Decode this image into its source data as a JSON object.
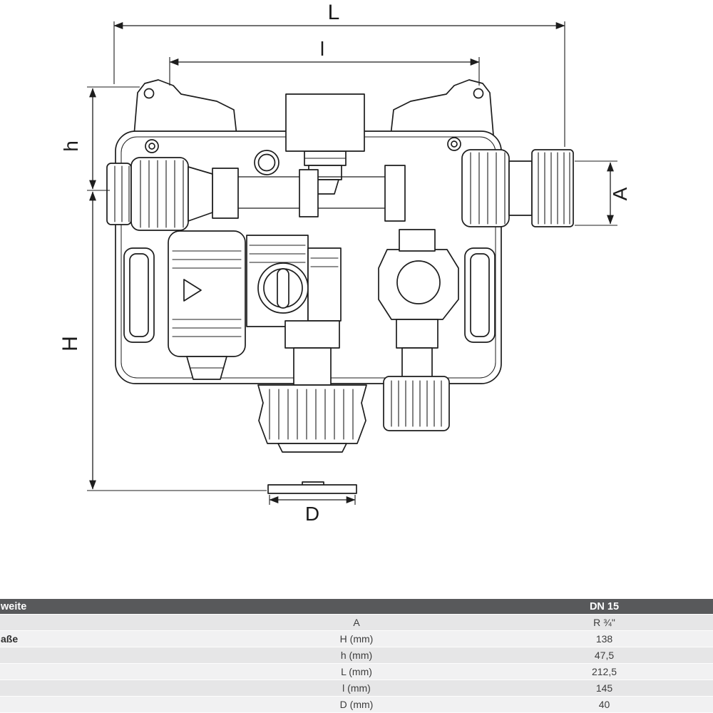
{
  "drawing": {
    "labels": {
      "L": "L",
      "l": "l",
      "h": "h",
      "H": "H",
      "A": "A",
      "D": "D"
    }
  },
  "table": {
    "header": {
      "label": "weite",
      "value": "DN 15"
    },
    "rows": [
      {
        "label": "",
        "param": "A",
        "value": "R ¾\""
      },
      {
        "label": "aße",
        "param": "H (mm)",
        "value": "138"
      },
      {
        "label": "",
        "param": "h (mm)",
        "value": "47,5"
      },
      {
        "label": "",
        "param": "L (mm)",
        "value": "212,5"
      },
      {
        "label": "",
        "param": "l (mm)",
        "value": "145"
      },
      {
        "label": "",
        "param": "D (mm)",
        "value": "40"
      }
    ]
  },
  "colors": {
    "header_bg": "#58595b",
    "row_shade_dark": "#e6e6e7",
    "row_shade_light": "#f1f1f2",
    "line_art": "#1d1d1d"
  }
}
